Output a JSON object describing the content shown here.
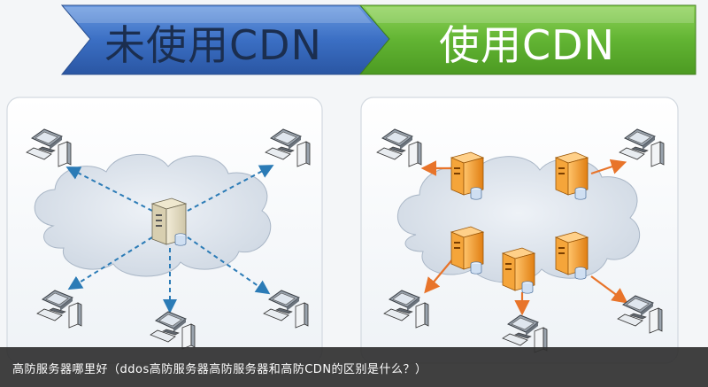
{
  "banner": {
    "left_label": "未使用CDN",
    "right_label": "使用CDN",
    "left_color": "#3f74c8",
    "right_color": "#64b534"
  },
  "diagram_left": {
    "icons": [
      "cloud-icon",
      "server-icon",
      "computer-icon"
    ],
    "arrow_color": "#2b7bb6",
    "arrow_style": "dashed"
  },
  "diagram_right": {
    "icons": [
      "cloud-icon",
      "server-icon",
      "computer-icon"
    ],
    "server_color": "#f39a2b",
    "arrow_color": "#e8742a"
  },
  "caption": {
    "text": "高防服务器哪里好（ddos高防服务器高防服务器和高防CDN的区别是什么？）"
  }
}
